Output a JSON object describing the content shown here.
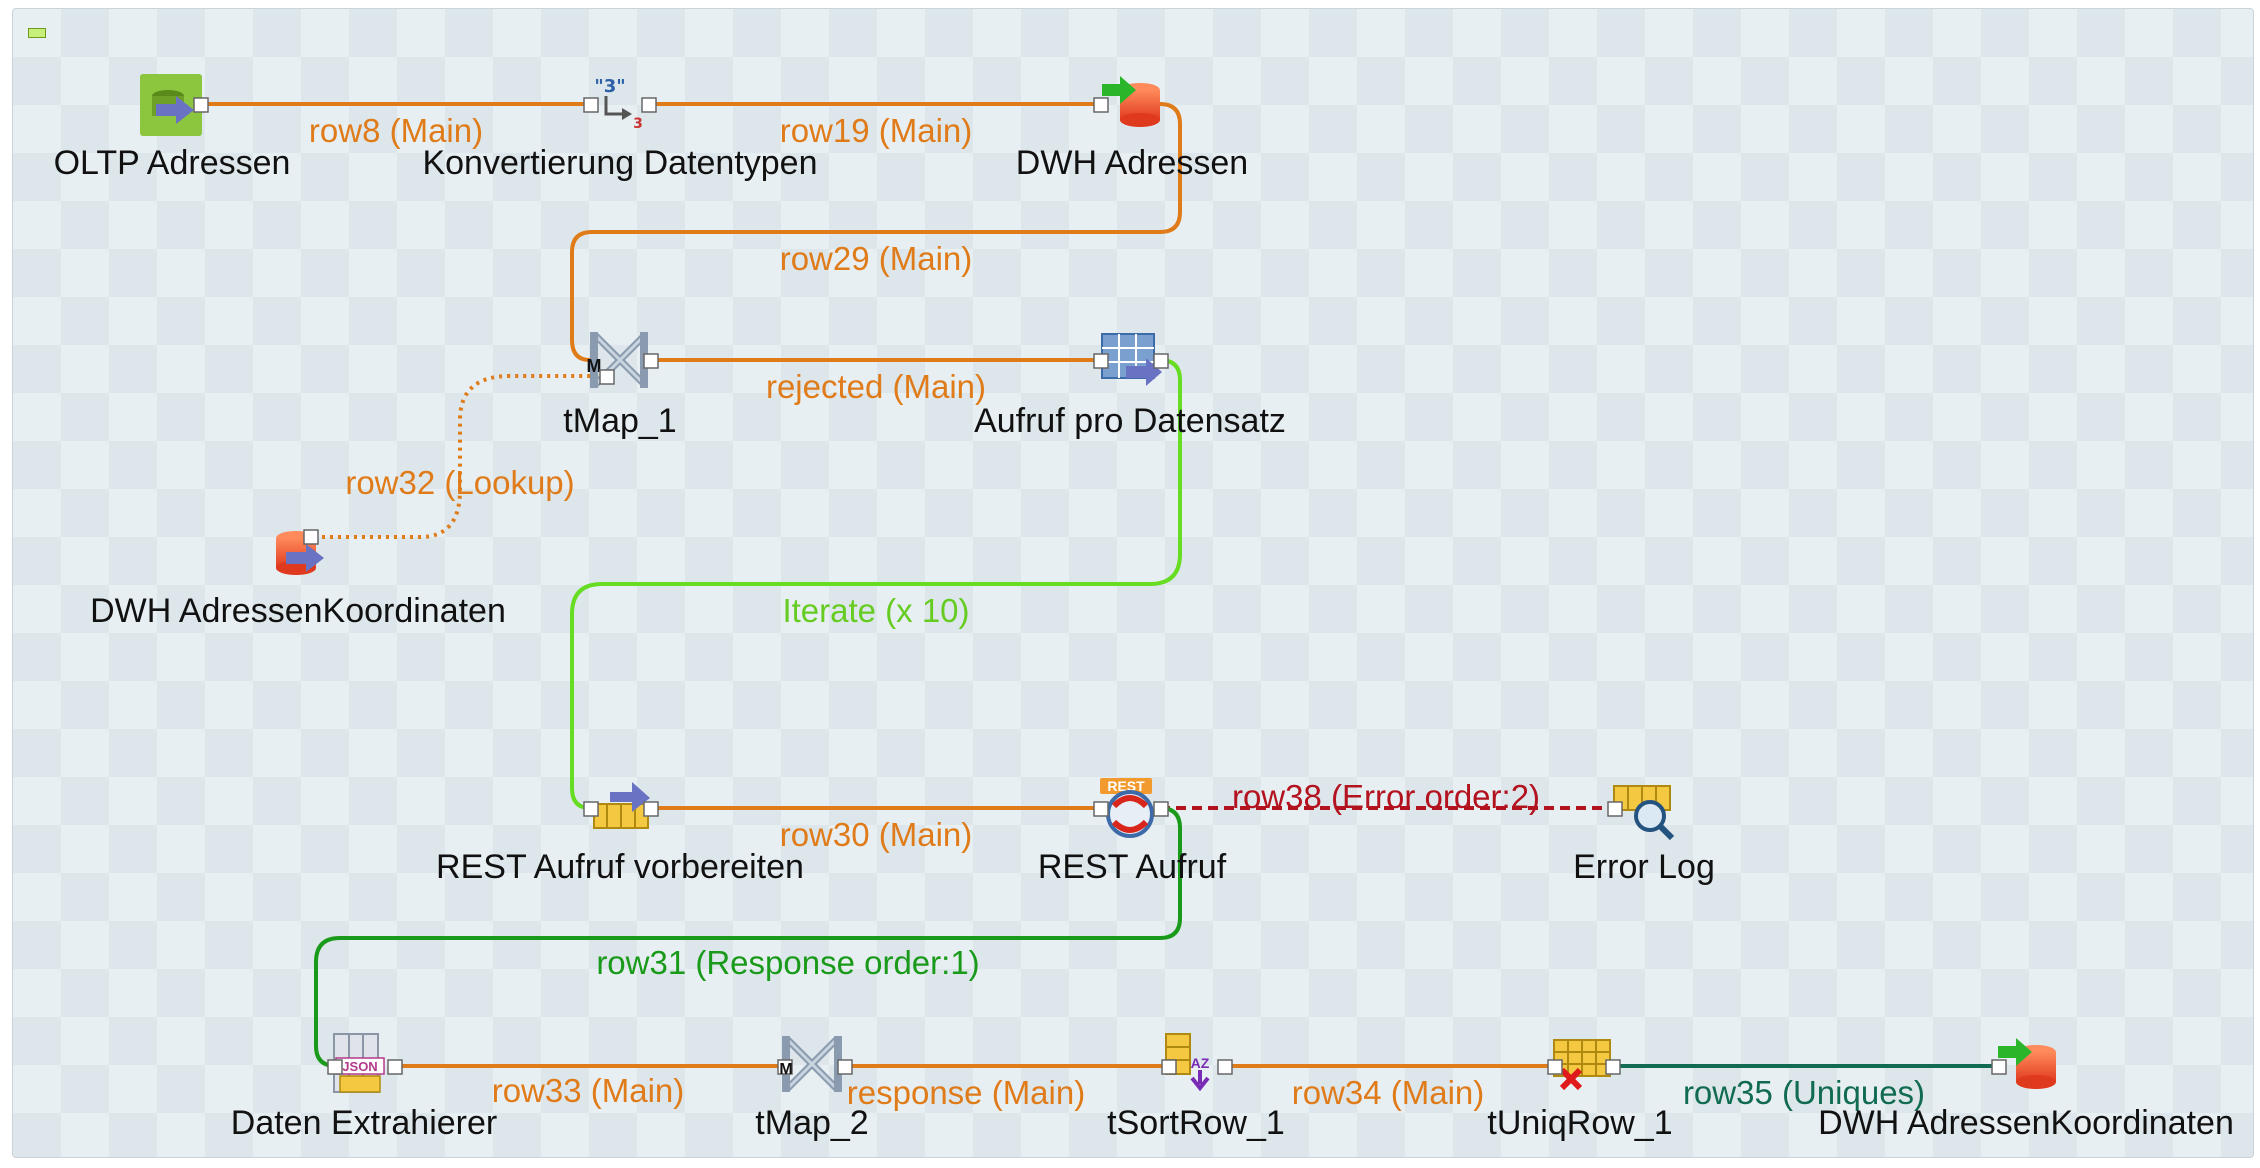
{
  "components": {
    "oltp_adressen": "OLTP Adressen",
    "konvertierung": "Konvertierung Datentypen",
    "dwh_adressen": "DWH Adressen",
    "tmap_1": "tMap_1",
    "aufruf_pro_datensatz": "Aufruf pro Datensatz",
    "dwh_adressen_koordinaten_in": "DWH AdressenKoordinaten",
    "rest_vorbereiten": "REST Aufruf vorbereiten",
    "rest_aufruf": "REST Aufruf",
    "error_log": "Error Log",
    "daten_extrahierer": "Daten Extrahierer",
    "tmap_2": "tMap_2",
    "tsortrow_1": "tSortRow_1",
    "tuniqrow_1": "tUniqRow_1",
    "dwh_adressen_koordinaten_out": "DWH AdressenKoordinaten"
  },
  "links": {
    "row8": "row8 (Main)",
    "row19": "row19 (Main)",
    "row29": "row29 (Main)",
    "rejected": "rejected (Main)",
    "row32": "row32 (Lookup)",
    "iterate": "Iterate (x 10)",
    "row30": "row30 (Main)",
    "row38": "row38 (Error order:2)",
    "row31": "row31 (Response order:1)",
    "row33": "row33 (Main)",
    "response": "response (Main)",
    "row34": "row34 (Main)",
    "row35": "row35 (Uniques)"
  },
  "icon_texts": {
    "konvertierung_badge": "\"3\"",
    "rest_badge": "REST",
    "json_badge": "JSON",
    "tmap_letter": "M",
    "sort_letters": "AZ"
  },
  "colors": {
    "main_link": "#e07b1a",
    "iterate_link": "#66dd22",
    "error_link": "#b3121f",
    "response_link": "#1a9a1a",
    "uniques_link": "#116b53",
    "main_label": "#e07b1a",
    "iterate_label": "#66cc22",
    "error_label": "#b3121f",
    "response_label": "#1a9a1a",
    "uniques_label": "#116b53"
  }
}
